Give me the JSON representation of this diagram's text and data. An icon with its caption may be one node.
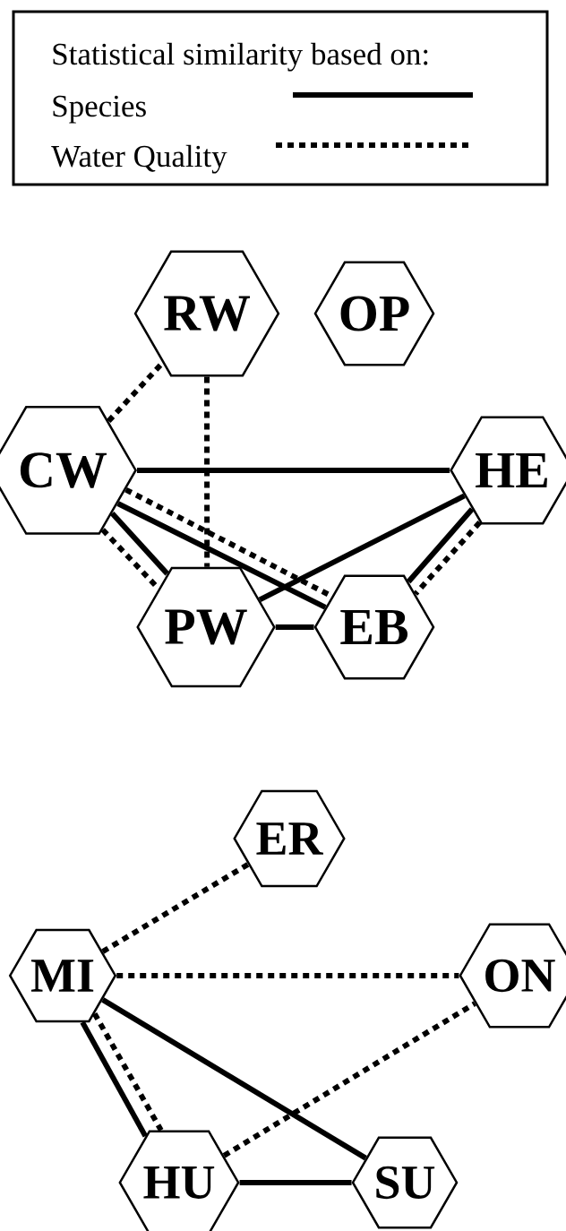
{
  "diagram": {
    "nodes": [
      {
        "text": [
          "RW"
        ]
      },
      {
        "text": [
          "OP"
        ]
      },
      {
        "text": [
          "CW"
        ]
      },
      {
        "text": [
          "HE"
        ]
      },
      {
        "text": [
          "PW"
        ]
      },
      {
        "text": [
          "EB"
        ]
      },
      {
        "text": [
          "ER"
        ]
      },
      {
        "text": [
          "MI"
        ]
      },
      {
        "text": [
          "ON"
        ]
      },
      {
        "text": [
          "HU"
        ]
      },
      {
        "text": [
          "SU"
        ]
      }
    ],
    "edges": [
      {
        "from": 2,
        "to": 0,
        "arrow": "none",
        "style": "dashed"
      },
      {
        "from": 0,
        "to": 4,
        "arrow": "none",
        "style": "dashed"
      },
      {
        "from": 2,
        "to": 3,
        "arrow": "none"
      },
      {
        "from": 2,
        "to": 4,
        "arrow": "none"
      },
      {
        "from": 2,
        "to": 4,
        "arrow": "none",
        "style": "dashed"
      },
      {
        "from": 2,
        "to": 5,
        "arrow": "none"
      },
      {
        "from": 2,
        "to": 5,
        "arrow": "none",
        "style": "dashed"
      },
      {
        "from": 4,
        "to": 3,
        "arrow": "none"
      },
      {
        "from": 4,
        "to": 5,
        "arrow": "none"
      },
      {
        "from": 3,
        "to": 5,
        "arrow": "none"
      },
      {
        "from": 3,
        "to": 5,
        "arrow": "none",
        "style": "dashed"
      },
      {
        "from": 7,
        "to": 6,
        "arrow": "none",
        "style": "dashed"
      },
      {
        "from": 7,
        "to": 8,
        "arrow": "none",
        "style": "dashed"
      },
      {
        "from": 7,
        "to": 10,
        "arrow": "none"
      },
      {
        "from": 7,
        "to": 9,
        "arrow": "none"
      },
      {
        "from": 7,
        "to": 9,
        "arrow": "none",
        "style": "dashed"
      },
      {
        "from": 9,
        "to": 8,
        "arrow": "none",
        "style": "dashed"
      },
      {
        "from": 9,
        "to": 10,
        "arrow": "none"
      }
    ],
    "labels": [
      "Statistical similarity based on:"
    ],
    "legend": [
      {
        "text": "Species"
      },
      {
        "text": "Water Quality"
      }
    ]
  }
}
